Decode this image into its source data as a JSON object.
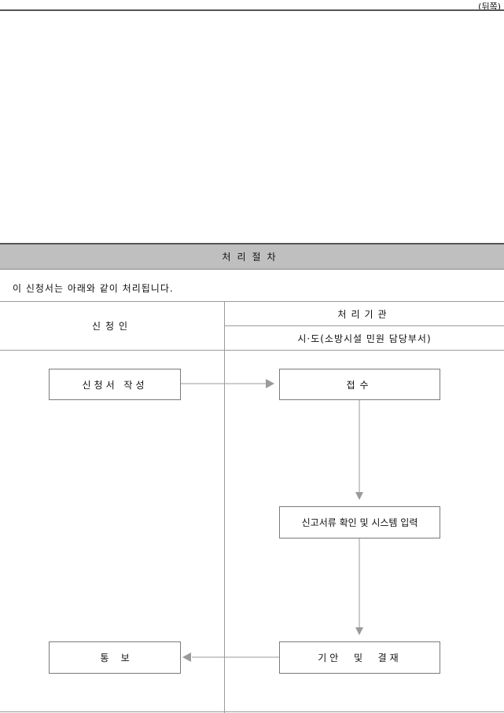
{
  "page_marker": "(뒤쪽)",
  "section_title": "처리절차",
  "intro_text": "이 신청서는 아래와 같이 처리됩니다.",
  "columns": {
    "applicant": "신청인",
    "agency": "처리기관",
    "agency_sub": "시·도(소방시설 민원 담당부서)"
  },
  "steps": {
    "write_application": "신청서  작성",
    "receipt": "접수",
    "review": "신고서류 확인 및 시스템 입력",
    "approval": "기안  및  결재",
    "notice": "통    보"
  },
  "colors": {
    "header_bg": "#bfbfbf",
    "line": "#9a9a9a",
    "arrow": "#9a9a9a"
  }
}
